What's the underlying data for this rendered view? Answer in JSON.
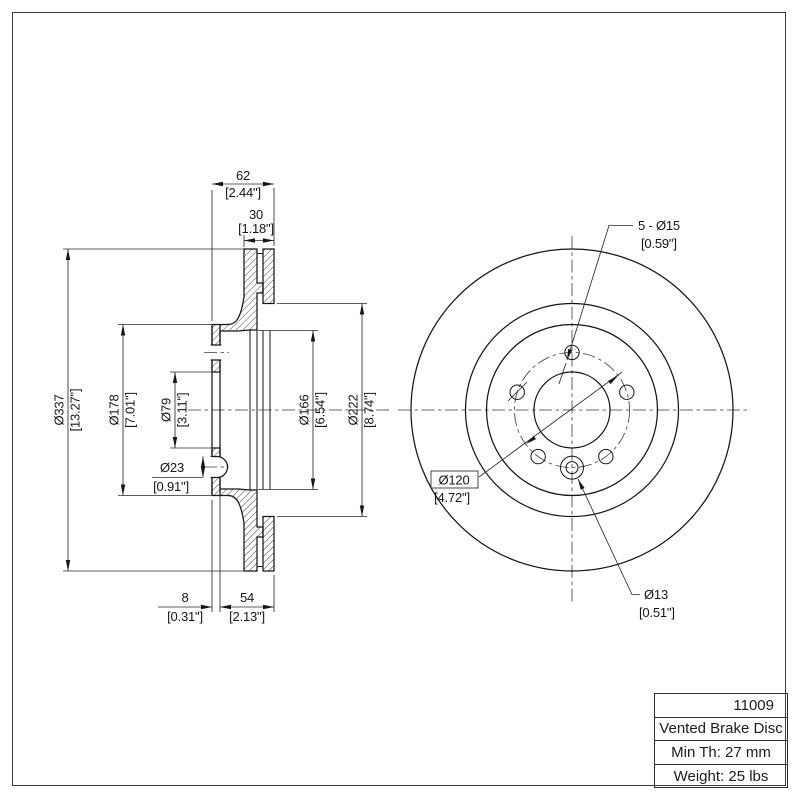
{
  "meta": {
    "ink_color": "#161616",
    "background": "#ffffff"
  },
  "sec": {
    "d62": {
      "mm": "62",
      "in": "[2.44\"]"
    },
    "d30": {
      "mm": "30",
      "in": "[1.18\"]"
    },
    "d337": {
      "mm": "Ø337",
      "in": "[13.27\"]"
    },
    "d178": {
      "mm": "Ø178",
      "in": "[7.01\"]"
    },
    "d79": {
      "mm": "Ø79",
      "in": "[3.11\"]"
    },
    "d23": {
      "mm": "Ø23",
      "in": "[0.91\"]"
    },
    "d166": {
      "mm": "Ø166",
      "in": "[6.54\"]"
    },
    "d222": {
      "mm": "Ø222",
      "in": "[8.74\"]"
    },
    "d8": {
      "mm": "8",
      "in": "[0.31\"]"
    },
    "d54": {
      "mm": "54",
      "in": "[2.13\"]"
    }
  },
  "front": {
    "d15": {
      "mm": "5 - Ø15",
      "in": "[0.59\"]"
    },
    "d120": {
      "mm": "Ø120",
      "in": "[4.72\"]"
    },
    "d13": {
      "mm": "Ø13",
      "in": "[0.51\"]"
    }
  },
  "table": {
    "rows": [
      "11009",
      "Vented Brake Disc",
      "Min Th: 27 mm",
      "Weight: 25 lbs"
    ]
  }
}
